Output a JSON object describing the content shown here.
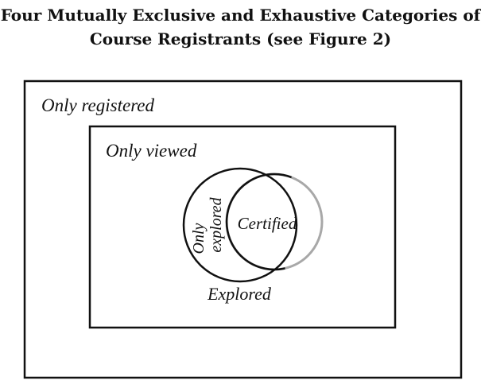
{
  "title": {
    "line1": "Four Mutually Exclusive and Exhaustive Categories of",
    "line2": "Course Registrants (see Figure 2)"
  },
  "diagram": {
    "outer_label": "Only registered",
    "inner_label": "Only viewed",
    "explored_label": "Explored",
    "only_explored_line1": "Only",
    "only_explored_line2": "explored",
    "certified_label": "Certified"
  },
  "colors": {
    "stroke": "#111111",
    "crescent": "#a8a8a8",
    "background": "#ffffff"
  }
}
